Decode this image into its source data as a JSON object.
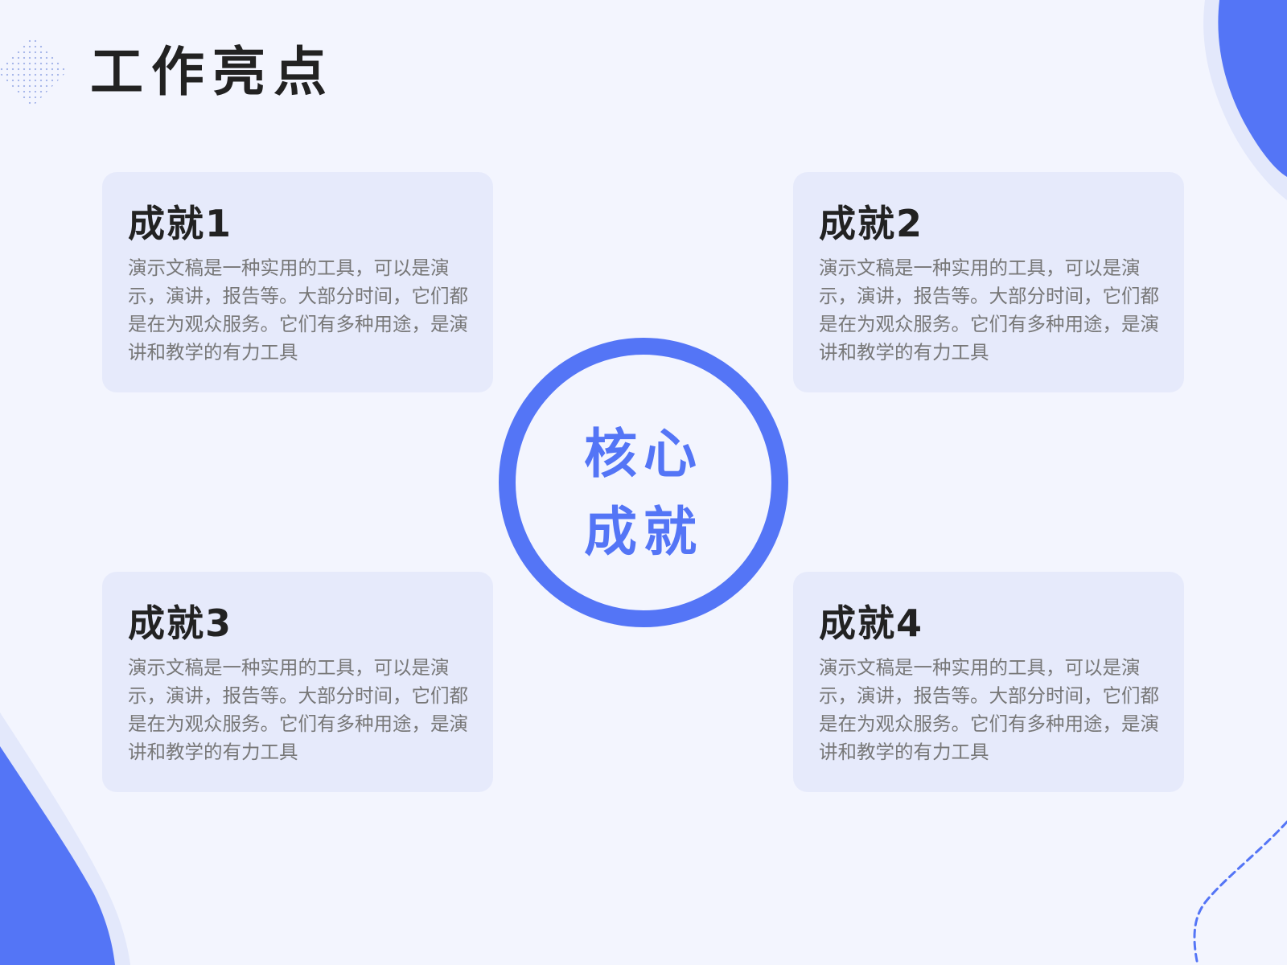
{
  "slide": {
    "title": "工作亮点",
    "center": {
      "line1": "核心",
      "line2": "成就"
    },
    "cards": [
      {
        "title": "成就1",
        "description": "演示文稿是一种实用的工具，可以是演示，演讲，报告等。大部分时间，它们都是在为观众服务。它们有多种用途，是演讲和教学的有力工具"
      },
      {
        "title": "成就2",
        "description": "演示文稿是一种实用的工具，可以是演示，演讲，报告等。大部分时间，它们都是在为观众服务。它们有多种用途，是演讲和教学的有力工具"
      },
      {
        "title": "成就3",
        "description": "演示文稿是一种实用的工具，可以是演示，演讲，报告等。大部分时间，它们都是在为观众服务。它们有多种用途，是演讲和教学的有力工具"
      },
      {
        "title": "成就4",
        "description": "演示文稿是一种实用的工具，可以是演示，演讲，报告等。大部分时间，它们都是在为观众服务。它们有多种用途，是演讲和教学的有力工具"
      }
    ]
  },
  "colors": {
    "background": "#f3f5fe",
    "accent": "#5475f6",
    "card": "#e6eafb",
    "title_text": "#222222",
    "body_text": "#777777",
    "dot_pattern": "#9fb0e8"
  },
  "decorations": {
    "top_left": "dot-diamond-icon",
    "top_right": "blue-wave-shape",
    "bottom_left": "blue-wave-shape",
    "bottom_right": "dashed-curve-line"
  }
}
